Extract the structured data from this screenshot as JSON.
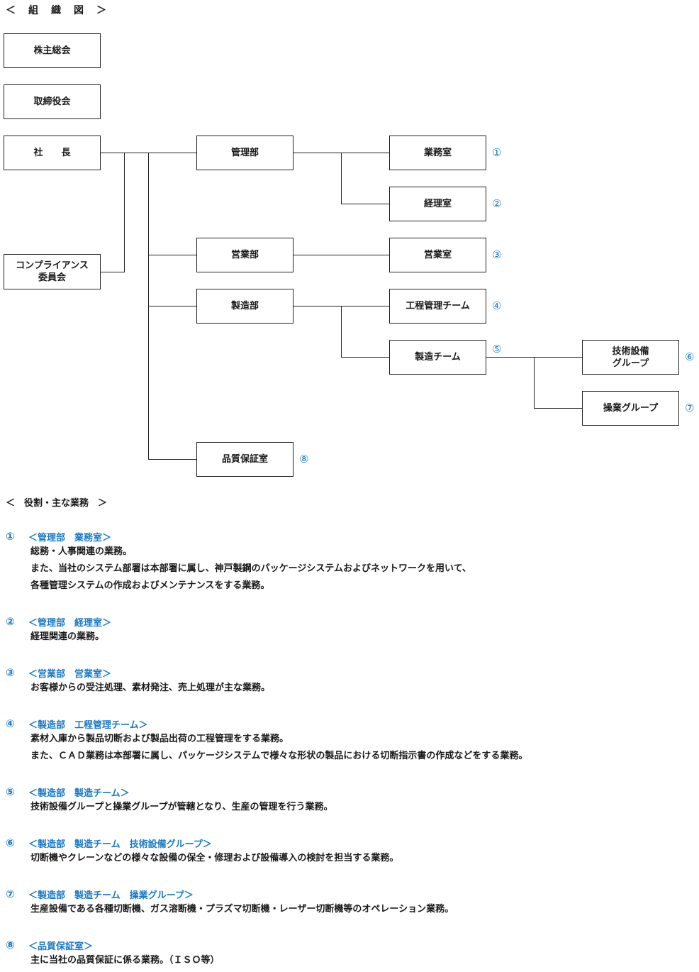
{
  "title": "＜　組　織　図　＞",
  "org": {
    "shareholders": "株主総会",
    "board": "取締役会",
    "president": "社　　長",
    "compliance": "コンプライアンス\n委員会",
    "mgmt_dept": "管理部",
    "sales_dept": "営業部",
    "mfg_dept": "製造部",
    "qa_room": "品質保証室",
    "affairs_room": "業務室",
    "accounting_room": "経理室",
    "sales_room": "営業室",
    "process_team": "工程管理チーム",
    "mfg_team": "製造チーム",
    "tech_group": "技術設備\nグループ",
    "ops_group": "操業グループ"
  },
  "marks": [
    "①",
    "②",
    "③",
    "④",
    "⑤",
    "⑥",
    "⑦",
    "⑧"
  ],
  "roles": {
    "title": "＜　役割・主な業務　＞",
    "items": [
      {
        "num": "①",
        "title": "＜管理部　業務室＞",
        "lines": [
          "総務・人事関連の業務。",
          "また、当社のシステム部署は本部署に属し、神戸製鋼のパッケージシステムおよびネットワークを用いて、",
          "各種管理システムの作成およびメンテナンスをする業務。"
        ]
      },
      {
        "num": "②",
        "title": "＜管理部　経理室＞",
        "lines": [
          "経理関連の業務。"
        ]
      },
      {
        "num": "③",
        "title": "＜営業部　営業室＞",
        "lines": [
          "お客様からの受注処理、素材発注、売上処理が主な業務。"
        ]
      },
      {
        "num": "④",
        "title": "＜製造部　工程管理チーム＞",
        "lines": [
          "素材入庫から製品切断および製品出荷の工程管理をする業務。",
          "また、ＣＡＤ業務は本部署に属し、パッケージシステムで様々な形状の製品における切断指示書の作成などをする業務。"
        ]
      },
      {
        "num": "⑤",
        "title": "＜製造部　製造チーム＞",
        "lines": [
          "技術設備グループと操業グループが管轄となり、生産の管理を行う業務。"
        ]
      },
      {
        "num": "⑥",
        "title": "＜製造部　製造チーム　技術設備グループ＞",
        "lines": [
          "切断機やクレーンなどの様々な設備の保全・修理および設備導入の検討を担当する業務。"
        ]
      },
      {
        "num": "⑦",
        "title": "＜製造部　製造チーム　操業グループ＞",
        "lines": [
          "生産設備である各種切断機、ガス溶断機・プラズマ切断機・レーザー切断機等のオペレーション業務。"
        ]
      },
      {
        "num": "⑧",
        "title": "＜品質保証室＞",
        "lines": [
          "主に当社の品質保証に係る業務。（ＩＳＯ等）"
        ]
      }
    ]
  }
}
